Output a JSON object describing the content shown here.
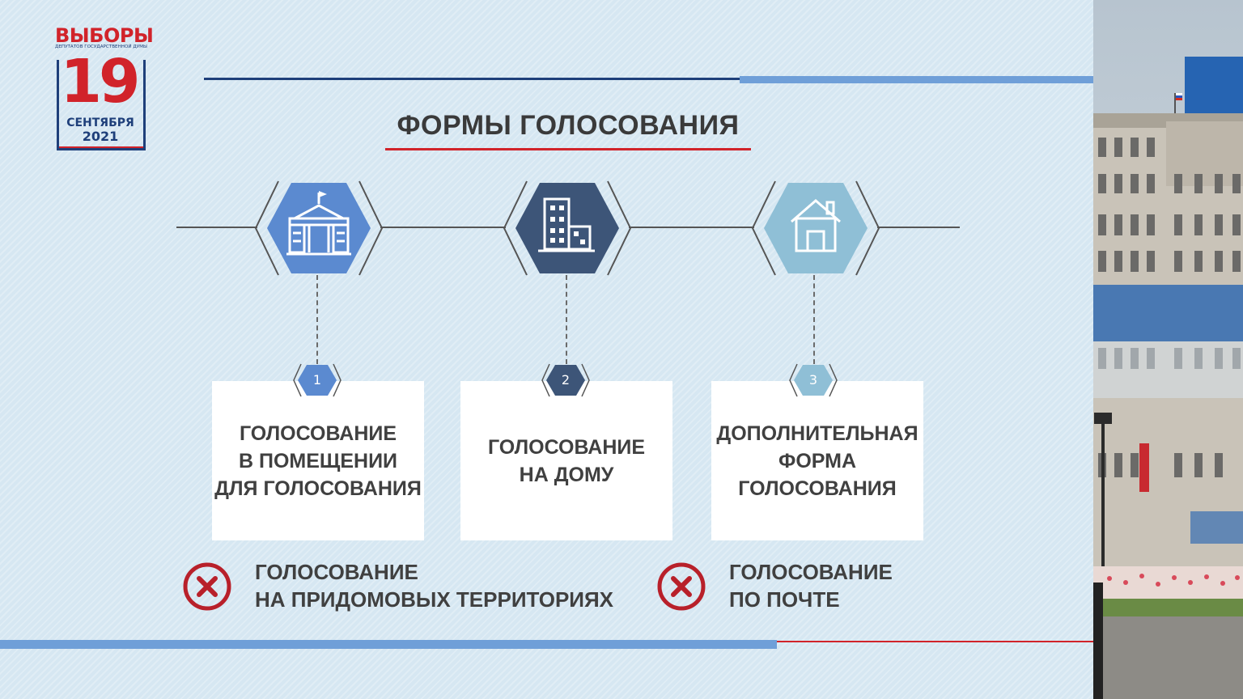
{
  "logo": {
    "title": "ВЫБОРЫ",
    "subtitle": "ДЕПУТАТОВ ГОСУДАРСТВЕННОЙ ДУМЫ",
    "day": "19",
    "month": "СЕНТЯБРЯ",
    "year": "2021"
  },
  "title": "ФОРМЫ ГОЛОСОВАНИЯ",
  "forms": [
    {
      "number": "1",
      "label": "ГОЛОСОВАНИЕ\nВ ПОМЕЩЕНИИ\nДЛЯ ГОЛОСОВАНИЯ",
      "icon": "polling-station-icon",
      "color": "#5b8ad0"
    },
    {
      "number": "2",
      "label": "ГОЛОСОВАНИЕ\nНА ДОМУ",
      "icon": "apartment-building-icon",
      "color": "#3d5578"
    },
    {
      "number": "3",
      "label": "ДОПОЛНИТЕЛЬНАЯ\nФОРМА\nГОЛОСОВАНИЯ",
      "icon": "house-icon",
      "color": "#8fbfd6"
    }
  ],
  "not_allowed": [
    {
      "label": "ГОЛОСОВАНИЕ\nНА ПРИДОМОВЫХ ТЕРРИТОРИЯХ",
      "icon": "cross-circle-icon"
    },
    {
      "label": "ГОЛОСОВАНИЕ\nПО ПОЧТЕ",
      "icon": "cross-circle-icon"
    }
  ],
  "colors": {
    "red": "#d1232a",
    "navy": "#1e3f7a",
    "blue_line": "#6f9fd8",
    "background": "#d6e7f2"
  }
}
